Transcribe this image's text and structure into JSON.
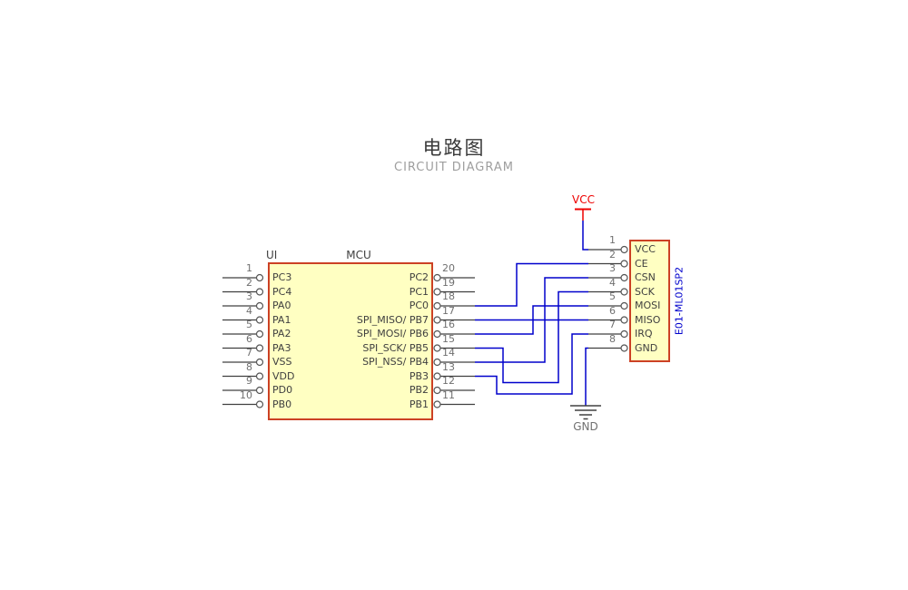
{
  "title": {
    "main": "电路图",
    "subtitle": "CIRCUIT DIAGRAM"
  },
  "mcu": {
    "designator": "UI",
    "name": "MCU",
    "left_pins": [
      {
        "number": "1",
        "label": "PC3"
      },
      {
        "number": "2",
        "label": "PC4"
      },
      {
        "number": "3",
        "label": "PA0"
      },
      {
        "number": "4",
        "label": "PA1"
      },
      {
        "number": "5",
        "label": "PA2"
      },
      {
        "number": "6",
        "label": "PA3"
      },
      {
        "number": "7",
        "label": "VSS"
      },
      {
        "number": "8",
        "label": "VDD"
      },
      {
        "number": "9",
        "label": "PD0"
      },
      {
        "number": "10",
        "label": "PB0"
      }
    ],
    "right_pins": [
      {
        "number": "20",
        "label": "PC2"
      },
      {
        "number": "19",
        "label": "PC1"
      },
      {
        "number": "18",
        "label": "PC0"
      },
      {
        "number": "17",
        "label": "SPI_MISO/ PB7"
      },
      {
        "number": "16",
        "label": "SPI_MOSI/ PB6"
      },
      {
        "number": "15",
        "label": "SPI_SCK/ PB5"
      },
      {
        "number": "14",
        "label": "SPI_NSS/ PB4"
      },
      {
        "number": "13",
        "label": "PB3"
      },
      {
        "number": "12",
        "label": "PB2"
      },
      {
        "number": "11",
        "label": "PB1"
      }
    ]
  },
  "module": {
    "name": "E01-ML01SP2",
    "pins": [
      {
        "number": "1",
        "label": "VCC"
      },
      {
        "number": "2",
        "label": "CE"
      },
      {
        "number": "3",
        "label": "CSN"
      },
      {
        "number": "4",
        "label": "SCK"
      },
      {
        "number": "5",
        "label": "MOSI"
      },
      {
        "number": "6",
        "label": "MISO"
      },
      {
        "number": "7",
        "label": "IRQ"
      },
      {
        "number": "8",
        "label": "GND"
      }
    ]
  },
  "power": {
    "vcc_label": "VCC",
    "gnd_label": "GND"
  },
  "connections": [
    {
      "from": "MCU.PC0 (pin 18)",
      "to": "E01-ML01SP2.CE (pin 2)"
    },
    {
      "from": "MCU.SPI_MISO/PB7 (pin 17)",
      "to": "E01-ML01SP2.MISO (pin 6)"
    },
    {
      "from": "MCU.SPI_MOSI/PB6 (pin 16)",
      "to": "E01-ML01SP2.MOSI (pin 5)"
    },
    {
      "from": "MCU.SPI_SCK/PB5 (pin 15)",
      "to": "E01-ML01SP2.SCK (pin 4)"
    },
    {
      "from": "MCU.SPI_NSS/PB4 (pin 14)",
      "to": "E01-ML01SP2.CSN (pin 3)"
    },
    {
      "from": "MCU.PB3 (pin 13)",
      "to": "E01-ML01SP2.IRQ (pin 7)"
    },
    {
      "from": "VCC",
      "to": "E01-ML01SP2.VCC (pin 1)"
    },
    {
      "from": "GND",
      "to": "E01-ML01SP2.GND (pin 8)"
    }
  ],
  "colors": {
    "box_fill": "#ffffc2",
    "box_border": "#cc4125",
    "wire_blue": "#0000cc",
    "stub_dark": "#404040",
    "vcc_red": "#ee0000",
    "pin_text": "#404040",
    "number_text": "#707070",
    "module_name_blue": "#0000cc",
    "title_text": "#3a3a3a",
    "subtitle_text": "#9e9e9e"
  }
}
